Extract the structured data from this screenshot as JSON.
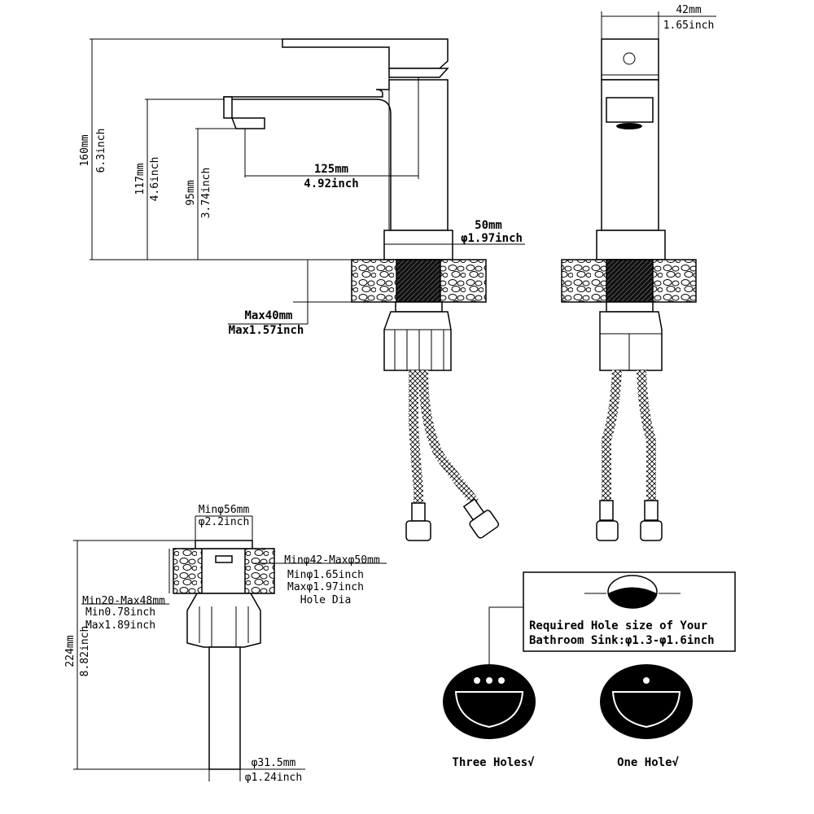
{
  "front_view": {
    "height_mm": "160mm",
    "height_inch": "6.3inch",
    "spout_height_mm": "117mm",
    "spout_height_inch": "4.6inch",
    "aerator_height_mm": "95mm",
    "aerator_height_inch": "3.74inch",
    "reach_mm": "125mm",
    "reach_inch": "4.92inch",
    "base_mm": "50mm",
    "base_inch": "φ1.97inch",
    "deck_mm": "Max40mm",
    "deck_inch": "Max1.57inch"
  },
  "side_view": {
    "width_mm": "42mm",
    "width_inch": "1.65inch"
  },
  "install_view": {
    "top_mm": "Minφ56mm",
    "top_inch": "φ2.2inch",
    "hole_mm": "Minφ42-Maxφ50mm",
    "hole_min_inch": "Minφ1.65inch",
    "hole_max_inch": "Maxφ1.97inch",
    "hole_label": "Hole Dia",
    "deck_mm": "Min20-Max48mm",
    "deck_min_inch": "Min0.78inch",
    "deck_max_inch": "Max1.89inch",
    "total_mm": "224mm",
    "total_inch": "8.82inch",
    "shank_mm": "φ31.5mm",
    "shank_inch": "φ1.24inch"
  },
  "sink_note": {
    "line1": "Required Hole size of Your",
    "line2": "Bathroom Sink:φ1.3-φ1.6inch"
  },
  "sinks": {
    "three_holes": "Three Holes√",
    "one_hole": "One Hole√"
  }
}
